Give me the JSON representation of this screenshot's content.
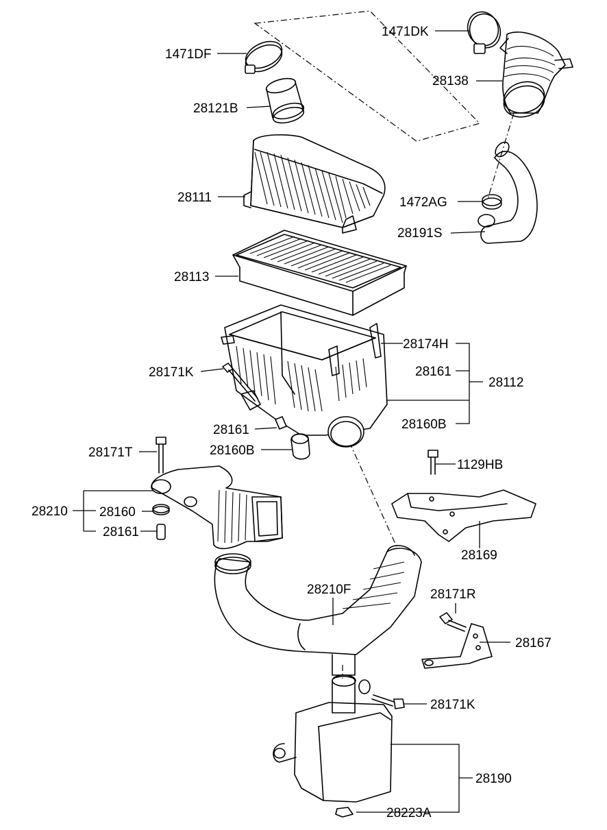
{
  "labels": {
    "p1471DF": "1471DF",
    "p28121B": "28121B",
    "p1471DK": "1471DK",
    "p28138": "28138",
    "p28111": "28111",
    "p1472AG": "1472AG",
    "p28191S": "28191S",
    "p28113": "28113",
    "p28174H": "28174H",
    "p28161_top": "28161",
    "p28112": "28112",
    "p28171K_top": "28171K",
    "p28160B_right": "28160B",
    "p28161_mid": "28161",
    "p28160B_mid": "28160B",
    "p28171T": "28171T",
    "p1129HB": "1129HB",
    "p28210": "28210",
    "p28160": "28160",
    "p28161_low": "28161",
    "p28169": "28169",
    "p28210F": "28210F",
    "p28171R": "28171R",
    "p28167": "28167",
    "p28171K_low": "28171K",
    "p28190": "28190",
    "p28223A": "28223A"
  }
}
